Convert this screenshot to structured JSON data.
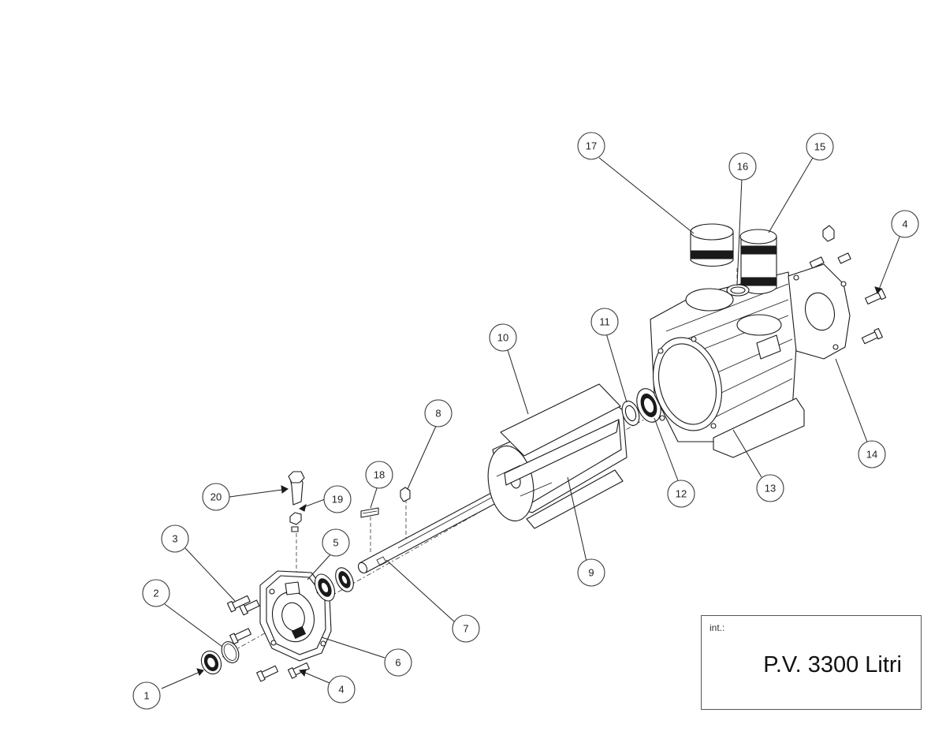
{
  "title_block": {
    "label": "int.:",
    "title": "P.V. 3300 Litri"
  },
  "callouts": {
    "c1": "1",
    "c2": "2",
    "c3": "3",
    "c4a": "4",
    "c4b": "4",
    "c5": "5",
    "c6": "6",
    "c7": "7",
    "c8": "8",
    "c9": "9",
    "c10": "10",
    "c11": "11",
    "c12": "12",
    "c13": "13",
    "c14": "14",
    "c15": "15",
    "c16": "16",
    "c17": "17",
    "c18": "18",
    "c19": "19",
    "c20": "20"
  },
  "colors": {
    "line": "#1a1a1a",
    "background": "#ffffff"
  }
}
